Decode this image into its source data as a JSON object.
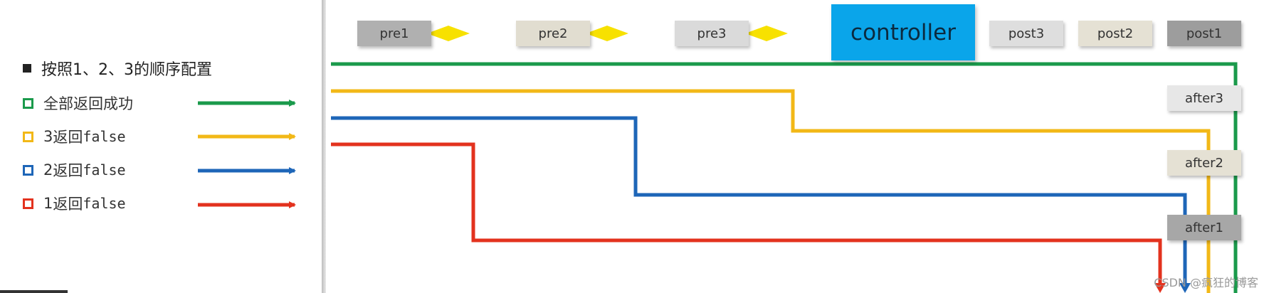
{
  "legend": {
    "heading": "按照1、2、3的顺序配置",
    "items": [
      {
        "key": "all",
        "prefix": "",
        "text": "全部返回成功",
        "mono": "",
        "color": "#1a9a4b"
      },
      {
        "key": "three",
        "prefix": "3",
        "text": "返回",
        "mono": "false",
        "color": "#f2b817"
      },
      {
        "key": "two",
        "prefix": "2",
        "text": "返回",
        "mono": "false",
        "color": "#1e66b8"
      },
      {
        "key": "one",
        "prefix": "1",
        "text": "返回",
        "mono": "false",
        "color": "#e3321e"
      }
    ]
  },
  "pre_boxes": [
    "pre1",
    "pre2",
    "pre3"
  ],
  "controller": {
    "label": "controller",
    "color": "#0aa5ea"
  },
  "post_boxes": [
    "post3",
    "post2",
    "post1"
  ],
  "after_boxes": [
    "after3",
    "after2",
    "after1"
  ],
  "watermark": "CSDN @疯狂的博客",
  "colors": {
    "pre1": "#b0b0b0",
    "pre2": "#e1ddd0",
    "pre3": "#dadada",
    "post3": "#dedede",
    "post2": "#e5e1d4",
    "post1": "#9d9d9d",
    "after3": "#e7e7e7",
    "after2": "#e5e1d4",
    "after1": "#a7a7a7",
    "diamond": "#f7e100"
  }
}
